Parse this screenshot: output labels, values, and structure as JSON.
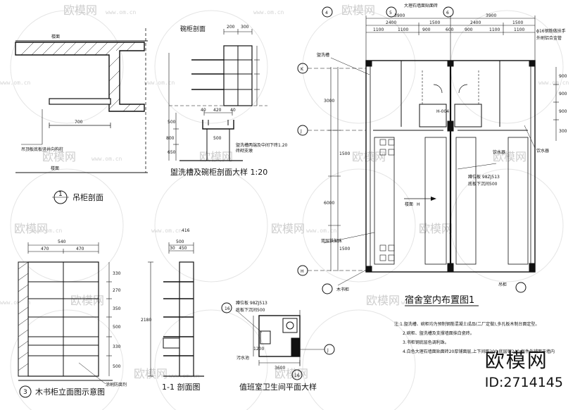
{
  "watermarks": {
    "site": "欧模网",
    "url": "www.om.cn"
  },
  "brand": {
    "name": "欧模网",
    "id": "ID:2714145"
  },
  "detail_hanging_cabinet": {
    "top_label": "楼面",
    "bottom_label": "楼面",
    "dim": "700",
    "note": "吊顶板底板竖井向构柱",
    "index": "1",
    "title": "吊柜剖面"
  },
  "detail_sink_bowl": {
    "bowl_label": "碗柜剖面",
    "dims_top": [
      "200",
      "300"
    ],
    "dims_mid": [
      "40",
      "420",
      "40"
    ],
    "dim_500": "500",
    "dims_side": [
      "500",
      "800",
      "650"
    ],
    "note1": "盥洗槽两端及中间下砖1.20",
    "note2": "砖砌支墩",
    "title": "盥洗槽及碗柜剖面大样 1:20"
  },
  "detail_bookcase": {
    "dims_top": [
      "540",
      "470",
      "470"
    ],
    "dims_side": [
      "330",
      "270",
      "350",
      "500",
      "330",
      "500"
    ],
    "note": "涂刷防腐剂",
    "index": "3",
    "title": "木书柜立面图示意图"
  },
  "detail_section_11": {
    "ref": "416",
    "dims_top": [
      "500",
      "30",
      "450"
    ],
    "dim_total": "2180",
    "title": "1-1 剖面图"
  },
  "detail_toilet": {
    "ref": "16",
    "label1": "蹲位板 98ZJ513",
    "label2": "底板下沉间500",
    "label3": "污水池",
    "dims": [
      "1200",
      "3600"
    ],
    "axis_left": "16",
    "axis_right": "J",
    "title": "值班室卫生间平面大样"
  },
  "plan": {
    "dims_top_row1": [
      "3900",
      "3900"
    ],
    "dims_top_row2": [
      "2400",
      "1500",
      "2400",
      "1500"
    ],
    "dims_top_row3": [
      "1100",
      "1100",
      "900",
      "600",
      "900",
      "1100",
      "1100"
    ],
    "axes_top": [
      "4",
      "5",
      "6"
    ],
    "axes_left": [
      "K",
      "J",
      "H"
    ],
    "dims_left": [
      "3000",
      "6000",
      "1500",
      "1500"
    ],
    "dims_right": [
      "900",
      "900",
      "900",
      "300"
    ],
    "labels": {
      "sink": "盥洗槽",
      "bed": "双层铁架床",
      "bookcase": "木书柜",
      "board": "吊柜",
      "stair": "楼面",
      "stair_h": "H",
      "drinker": "饮水器",
      "drinker2": "饮水器",
      "toilet": "蹲位板 98ZJ513",
      "toilet2": "底板下沉间500",
      "fix1": "大理石墙面贴面砖",
      "fix2": "ϕ16钢筋做扶手",
      "fix3": "外刷铝合金管",
      "hook": "H-004"
    },
    "title": "宿舍室内布置图1",
    "notes": [
      "注:1.盥洗槽、碗柜均为预制钢筋混凝土成品(二厂定做),多孔板木制台面定型。",
      "2.碗柜、盥洗槽及支撑墙面抹白瓷砖。",
      "3.书柜钢底层色调利珠。",
      "4.白色大理石墙面贴面砖20厚铺面层,上下间距200,底层钢240,每件外铺面于墙内"
    ]
  }
}
